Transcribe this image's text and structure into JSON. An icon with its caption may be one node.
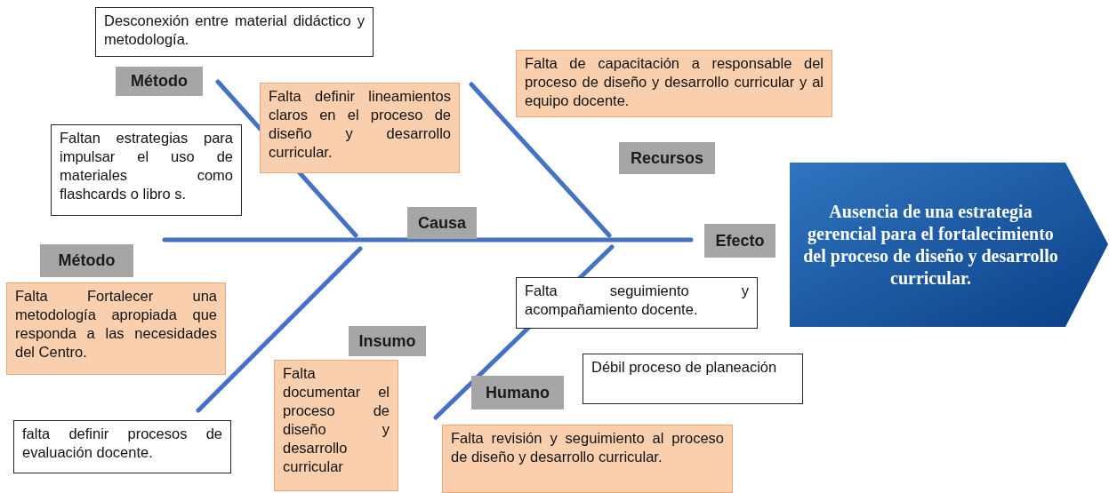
{
  "diagram": {
    "nodes": [
      {
        "text": [
          "Desconexión entre material didáctico y metodología."
        ]
      },
      {
        "text": [
          "Método"
        ]
      },
      {
        "text": [
          "Falta definir lineamientos claros en el proceso de diseño y desarrollo curricular."
        ]
      },
      {
        "text": [
          "Falta de capacitación a responsable del proceso de diseño y desarrollo curricular y al equipo docente."
        ]
      },
      {
        "text": [
          "Faltan estrategias para impulsar el uso de materiales como flashcards o libro s."
        ]
      },
      {
        "text": [
          "Recursos"
        ]
      },
      {
        "text": [
          "Causa"
        ]
      },
      {
        "text": [
          "Efecto"
        ]
      },
      {
        "text": [
          "Ausencia de una estrategia gerencial para el fortalecimiento del proceso de diseño y desarrollo curricular."
        ]
      },
      {
        "text": [
          "Método"
        ]
      },
      {
        "text": [
          "Falta Fortalecer una metodología apropiada que responda a las necesidades del Centro."
        ]
      },
      {
        "text": [
          "Falta seguimiento y acompañamiento docente."
        ]
      },
      {
        "text": [
          "Insumo"
        ]
      },
      {
        "text": [
          "Débil proceso de planeación"
        ]
      },
      {
        "text": [
          "Humano"
        ]
      },
      {
        "text": [
          "Falta documentar el proceso de diseño y desarrollo curricular"
        ]
      },
      {
        "text": [
          "falta definir procesos de evaluación docente."
        ]
      },
      {
        "text": [
          "Falta revisión y seguimiento al proceso de diseño y desarrollo curricular."
        ]
      }
    ]
  }
}
